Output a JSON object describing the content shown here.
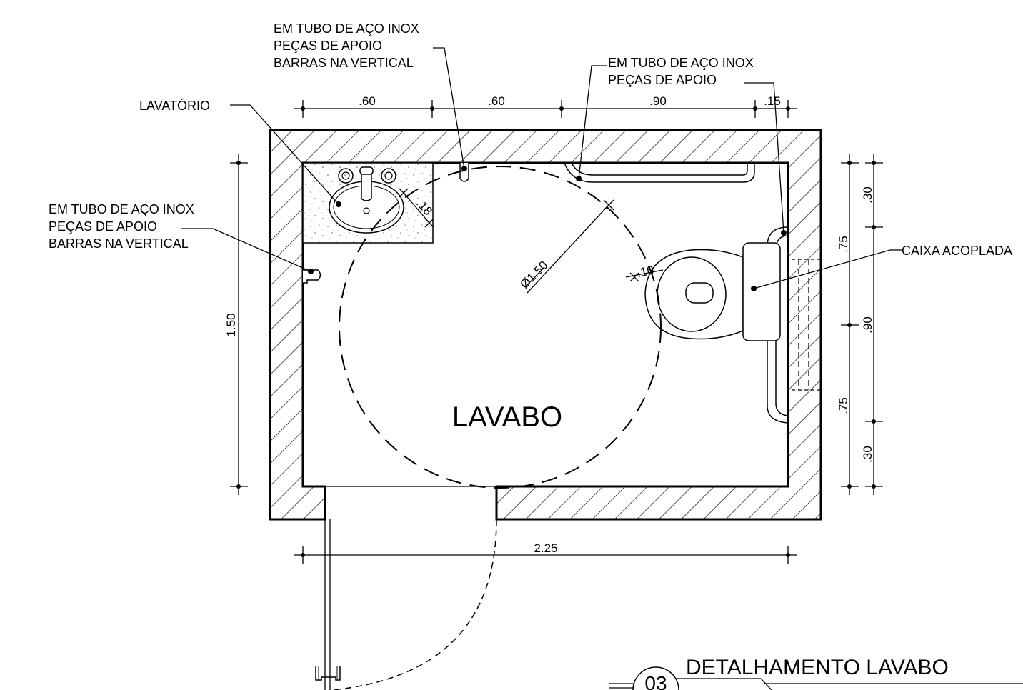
{
  "room_name": "LAVABO",
  "labels": {
    "bars_vertical_top": [
      "EM TUBO DE AÇO INOX",
      "PEÇAS DE APOIO",
      "BARRAS NA VERTICAL"
    ],
    "bars_top_right": [
      "EM TUBO DE AÇO INOX",
      "PEÇAS DE APOIO"
    ],
    "bars_vertical_left": [
      "EM TUBO DE AÇO INOX",
      "PEÇAS DE APOIO",
      "BARRAS NA VERTICAL"
    ],
    "sink": "LAVATÓRIO",
    "tank": "CAIXA ACOPLADA"
  },
  "dimensions": {
    "top": [
      ".60",
      ".60",
      ".90",
      ".15"
    ],
    "left": "1.50",
    "bottom": "2.25",
    "right_inner": [
      ".75",
      ".75"
    ],
    "right_outer": [
      ".30",
      ".90",
      ".30"
    ],
    "turning_circle": "Ø1.50",
    "sink_offset": ".18",
    "toilet_offset": ".10"
  },
  "title_block": {
    "number": "03",
    "title": "DETALHAMENTO LAVABO"
  }
}
